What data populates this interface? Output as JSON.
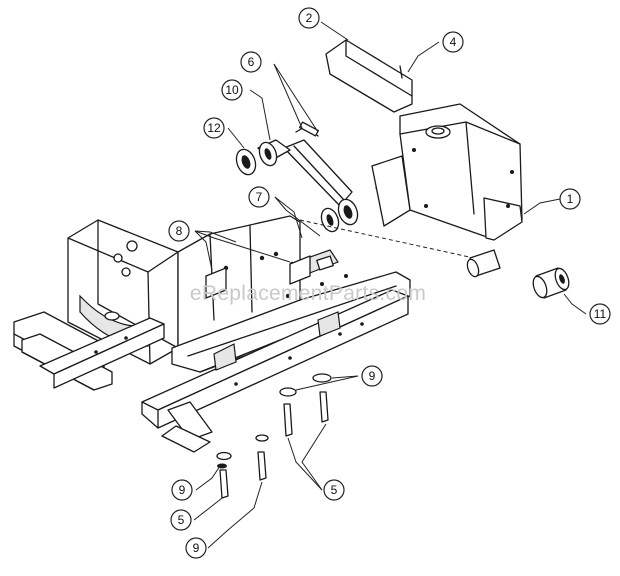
{
  "watermark": "eReplacementParts.com",
  "callouts": [
    {
      "id": "c2",
      "label": "2"
    },
    {
      "id": "c4",
      "label": "4"
    },
    {
      "id": "c6",
      "label": "6"
    },
    {
      "id": "c10",
      "label": "10"
    },
    {
      "id": "c12",
      "label": "12"
    },
    {
      "id": "c1",
      "label": "1"
    },
    {
      "id": "c7",
      "label": "7"
    },
    {
      "id": "c8",
      "label": "8"
    },
    {
      "id": "c11",
      "label": "11"
    },
    {
      "id": "c9a",
      "label": "9"
    },
    {
      "id": "c9b",
      "label": "9"
    },
    {
      "id": "c5a",
      "label": "5"
    },
    {
      "id": "c5b",
      "label": "5"
    },
    {
      "id": "c9c",
      "label": "9"
    }
  ]
}
